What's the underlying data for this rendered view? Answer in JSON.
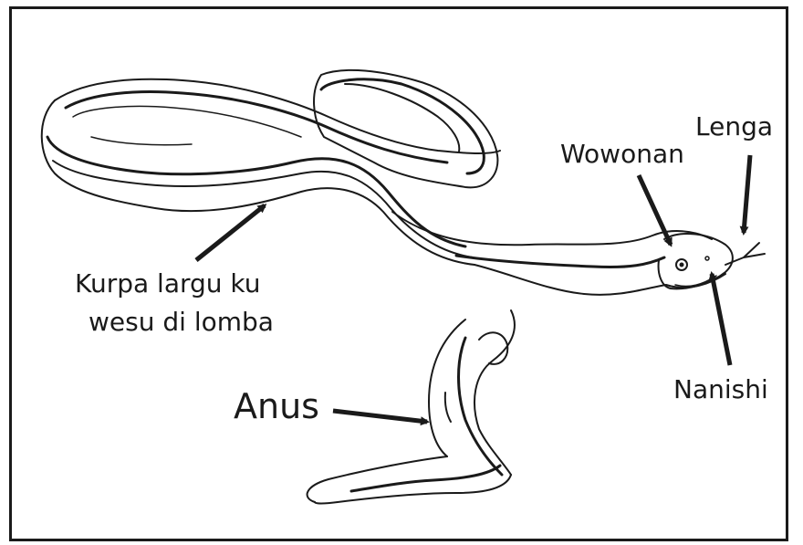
{
  "labels": {
    "lenga": "Lenga",
    "wowonan": "Wowonan",
    "kurpa_line1": "Kurpa largu ku",
    "kurpa_line2": "wesu di lomba",
    "anus": "Anus",
    "nanishi": "Nanishi"
  },
  "colors": {
    "ink": "#1a1a1a",
    "background": "#ffffff"
  }
}
